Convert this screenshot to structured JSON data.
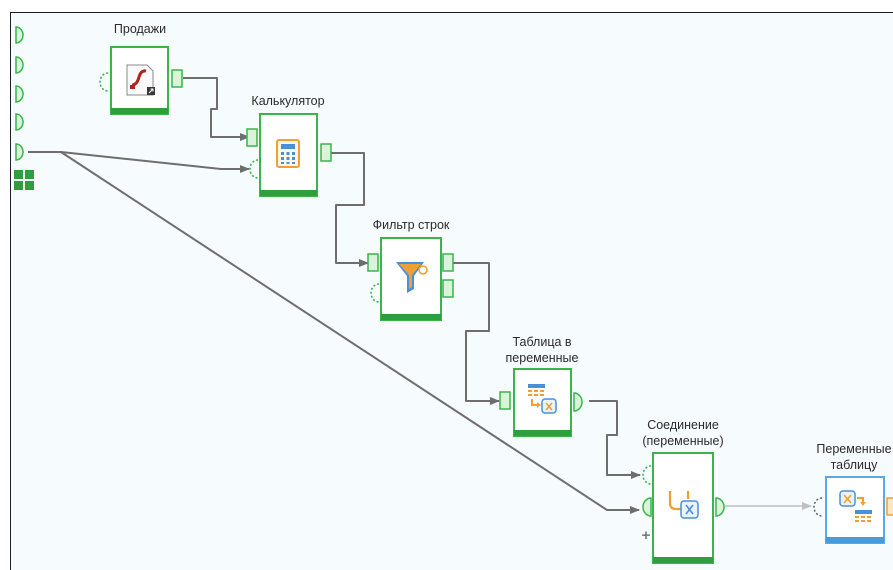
{
  "colors": {
    "canvas_background": "#f6fbfd",
    "node_border_green": "#39b54a",
    "node_bar_green": "#2e9e3e",
    "port_fill": "#d9f4db",
    "node_border_blue": "#5aa9e6",
    "node_bar_blue": "#4a9ad8",
    "connector": "#6e6e6e",
    "connector_light": "#bfbfbf",
    "icon_orange": "#f0a030",
    "icon_blue": "#4a90d9"
  },
  "workflow": {
    "nodes": [
      {
        "id": "sales",
        "icon": "spreadsheet-file-icon",
        "label": "Продажи"
      },
      {
        "id": "calculator",
        "icon": "calculator-icon",
        "label": "Калькулятор"
      },
      {
        "id": "row-filter",
        "icon": "funnel-filter-icon",
        "label": "Фильтр строк"
      },
      {
        "id": "table-to-variables",
        "icon": "table-to-variable-icon",
        "label_line1": "Таблица в",
        "label_line2": "переменные"
      },
      {
        "id": "join-variables",
        "icon": "join-variables-icon",
        "label_line1": "Соединение",
        "label_line2": "(переменные)"
      },
      {
        "id": "variables-to-table",
        "icon": "variable-to-table-icon",
        "label_line1": "Переменные",
        "label_line2": "таблицу"
      }
    ],
    "input_ports": 5,
    "add_port_glyph": "+"
  }
}
